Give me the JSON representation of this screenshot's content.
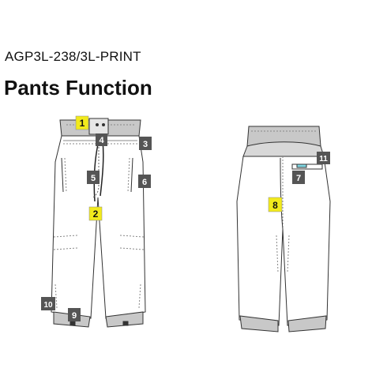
{
  "header": {
    "product_code": "AGP3L-238/3L-PRINT",
    "title": "Pants Function"
  },
  "colors": {
    "callout_yellow": "#f2ea1c",
    "callout_dark": "#555555",
    "waistband_gray": "#c8c8c8",
    "outline": "#333333"
  },
  "front_view": {
    "callouts": [
      {
        "label": "1",
        "style": "yellow"
      },
      {
        "label": "2",
        "style": "yellow"
      },
      {
        "label": "3",
        "style": "dark"
      },
      {
        "label": "4",
        "style": "dark"
      },
      {
        "label": "5",
        "style": "dark"
      },
      {
        "label": "6",
        "style": "dark"
      },
      {
        "label": "9",
        "style": "dark"
      },
      {
        "label": "10",
        "style": "dark"
      }
    ]
  },
  "back_view": {
    "callouts": [
      {
        "label": "7",
        "style": "dark"
      },
      {
        "label": "8",
        "style": "yellow"
      },
      {
        "label": "11",
        "style": "dark"
      }
    ]
  }
}
